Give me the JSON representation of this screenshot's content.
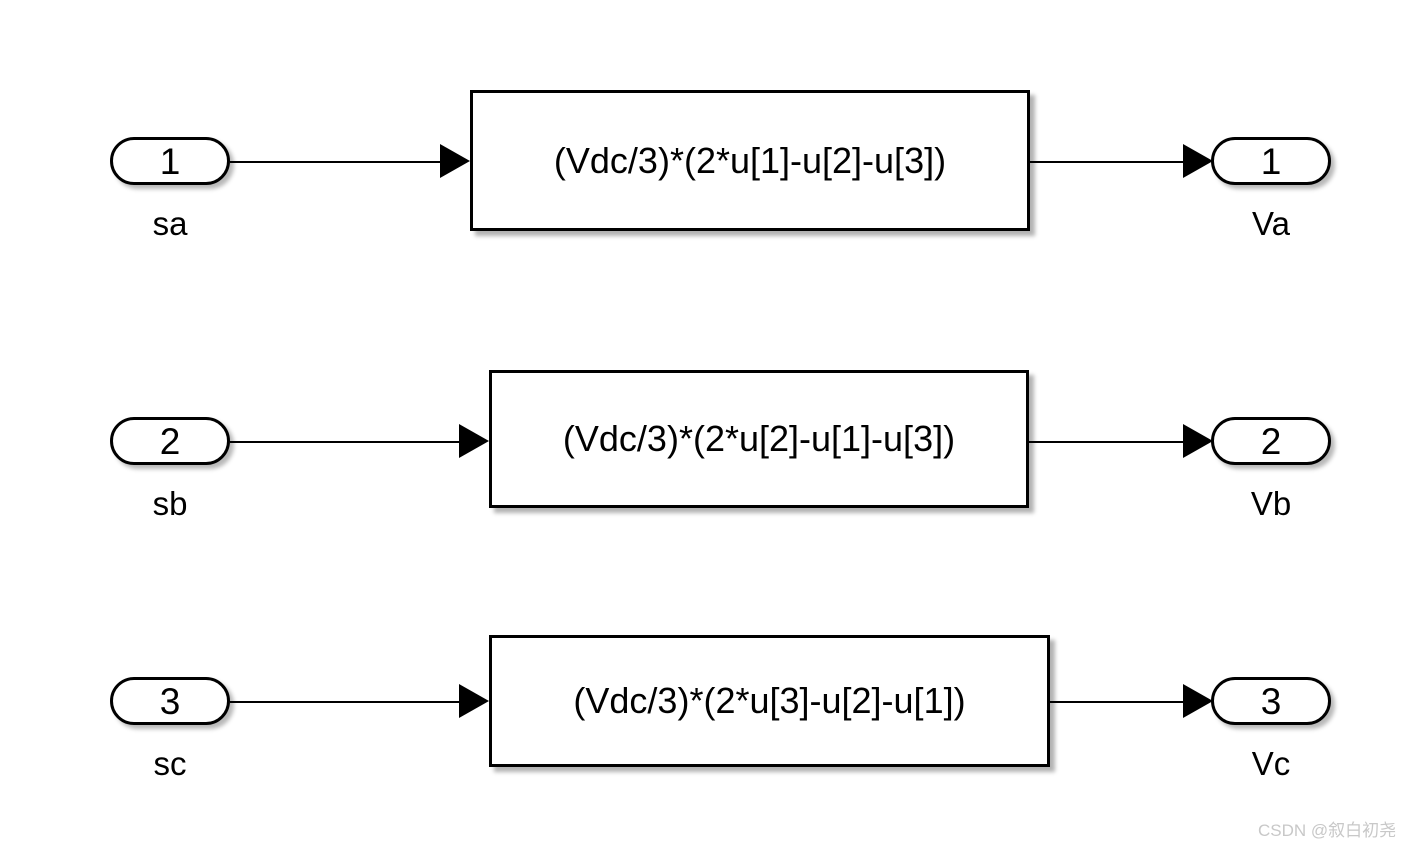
{
  "diagram": {
    "type": "simulink-block-diagram",
    "background_color": "#ffffff",
    "line_color": "#000000",
    "rows": [
      {
        "input_port": {
          "number": "1",
          "label": "sa"
        },
        "function_block": {
          "expression": "(Vdc/3)*(2*u[1]-u[2]-u[3])"
        },
        "output_port": {
          "number": "1",
          "label": "Va"
        }
      },
      {
        "input_port": {
          "number": "2",
          "label": "sb"
        },
        "function_block": {
          "expression": "(Vdc/3)*(2*u[2]-u[1]-u[3])"
        },
        "output_port": {
          "number": "2",
          "label": "Vb"
        }
      },
      {
        "input_port": {
          "number": "3",
          "label": "sc"
        },
        "function_block": {
          "expression": "(Vdc/3)*(2*u[3]-u[2]-u[1])"
        },
        "output_port": {
          "number": "3",
          "label": "Vc"
        }
      }
    ]
  },
  "watermark": {
    "text": "CSDN @叙白初尧",
    "color": "#c8c8c8"
  }
}
